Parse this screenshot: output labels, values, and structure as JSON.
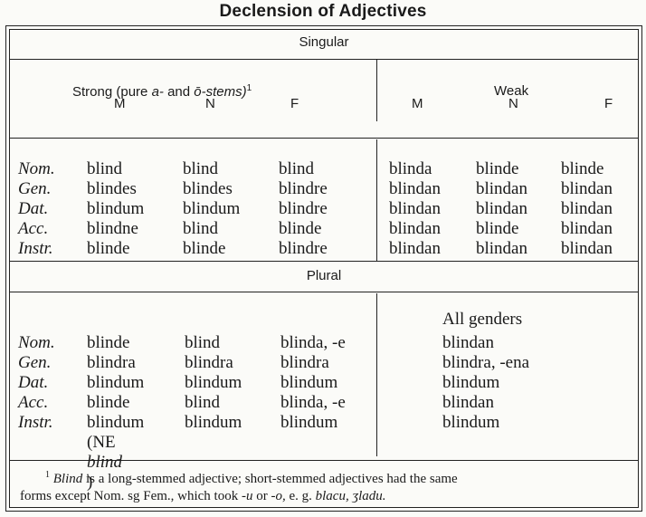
{
  "title": "Declension of Adjectives",
  "sections": {
    "singular": "Singular",
    "plural": "Plural"
  },
  "headers": {
    "strong_label": "Strong (pure",
    "strong_a": "a-",
    "strong_and": "and",
    "strong_o": "ō-stems)",
    "strong_note": "1",
    "weak_label": "Weak",
    "m": "M",
    "n": "N",
    "f": "F"
  },
  "cases": [
    "Nom.",
    "Gen.",
    "Dat.",
    "Acc.",
    "Instr."
  ],
  "singular": {
    "strong_m": [
      "blind",
      "blindes",
      "blindum",
      "blindne",
      "blinde"
    ],
    "strong_n": [
      "blind",
      "blindes",
      "blindum",
      "blind",
      "blinde"
    ],
    "strong_f": [
      "blind",
      "blindre",
      "blindre",
      "blinde",
      "blindre"
    ],
    "weak_m": [
      "blinda",
      "blindan",
      "blindan",
      "blindan",
      "blindan"
    ],
    "weak_n": [
      "blinde",
      "blindan",
      "blindan",
      "blinde",
      "blindan"
    ],
    "weak_f": [
      "blinde",
      "blindan",
      "blindan",
      "blindan",
      "blindan"
    ]
  },
  "plural": {
    "strong_m": [
      "blinde",
      "blindra",
      "blindum",
      "blinde",
      "blindum"
    ],
    "ne_note_prefix": "(NE",
    "ne_note_word": "blind",
    "ne_note_suffix": ")",
    "strong_n": [
      "blind",
      "blindra",
      "blindum",
      "blind",
      "blindum"
    ],
    "strong_f": [
      "blinda, -e",
      "blindra",
      "blindum",
      "blinda, -e",
      "blindum"
    ],
    "weak_label": "All genders",
    "weak": [
      "blindan",
      "blindra, -ena",
      "blindum",
      "blindan",
      "blindum"
    ]
  },
  "footnote": {
    "mark": "1",
    "word": "Blind",
    "text1": "is a long-stemmed adjective; short-stemmed adjectives had the same",
    "text2a": "forms except Nom. sg Fem., which took",
    "u": "-u",
    "or": "or",
    "o": "-o,",
    "eg": "e. g.",
    "ex1": "blacu,",
    "ex2": "ʒladu."
  }
}
